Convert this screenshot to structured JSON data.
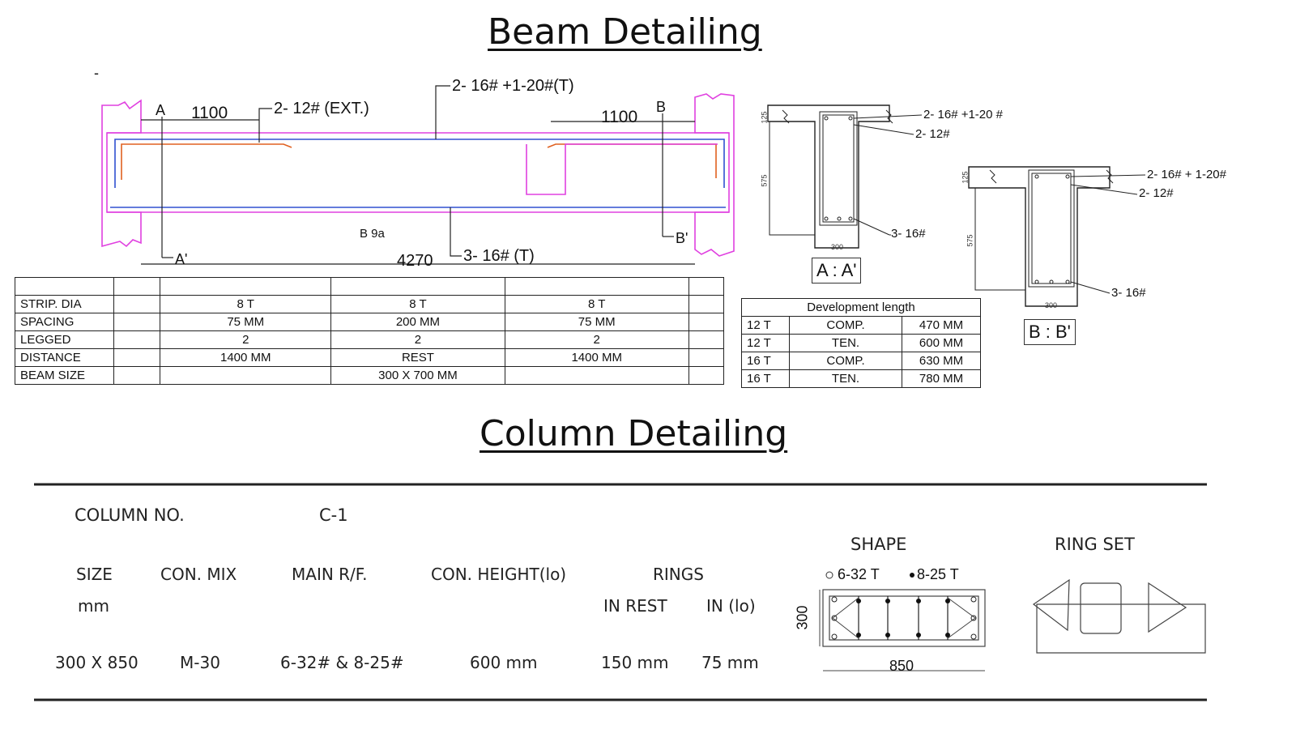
{
  "beam": {
    "title": "Beam Detailing",
    "dash": "-",
    "section_a_label": "A",
    "section_a2_label": "A'",
    "section_b_label": "B",
    "section_b2_label": "B'",
    "left_len": "1100",
    "right_len": "1100",
    "total_len": "4270",
    "beam_id": "B 9a",
    "bar_top_ext": "2- 12# (EXT.)",
    "bar_top_main": "2- 16# +1-20#(T)",
    "bar_bottom": "3- 16# (T)",
    "table": {
      "rows": [
        {
          "label": "STRIP. DIA",
          "cells": [
            "8 T",
            "8 T",
            "8 T"
          ]
        },
        {
          "label": "SPACING",
          "cells": [
            "75 MM",
            "200 MM",
            "75 MM"
          ]
        },
        {
          "label": "LEGGED",
          "cells": [
            "2",
            "2",
            "2"
          ]
        },
        {
          "label": "DISTANCE",
          "cells": [
            "1400 MM",
            "REST",
            "1400 MM"
          ]
        },
        {
          "label": "BEAM SIZE",
          "cells": [
            "",
            "300 X 700  MM",
            ""
          ]
        }
      ]
    },
    "section_aa": {
      "label": "A : A'",
      "top_bars": "2- 16# +1-20 #",
      "mid_bars": "2- 12#",
      "bottom_bars": "3- 16#",
      "dim_slab": "125",
      "dim_depth": "575",
      "dim_width": "300"
    },
    "section_bb": {
      "label": "B : B'",
      "top_bars": "2- 16# + 1-20#",
      "mid_bars": "2- 12#",
      "bottom_bars": "3- 16#",
      "dim_slab": "125",
      "dim_depth": "575",
      "dim_width": "300"
    },
    "dev_length": {
      "title": "Development length",
      "rows": [
        [
          "12 T",
          "COMP.",
          "470 MM"
        ],
        [
          "12 T",
          "TEN.",
          "600 MM"
        ],
        [
          "16 T",
          "COMP.",
          "630 MM"
        ],
        [
          "16 T",
          "TEN.",
          "780 MM"
        ]
      ]
    }
  },
  "column": {
    "title": "Column Detailing",
    "no_label": "COLUMN NO.",
    "no_value": "C-1",
    "headers": {
      "size": "SIZE",
      "size_unit": "mm",
      "con_mix": "CON. MIX",
      "main_rf": "MAIN R/F.",
      "con_height": "CON. HEIGHT(lo)",
      "rings": "RINGS",
      "in_rest": "IN REST",
      "in_lo": "IN (lo)",
      "shape": "SHAPE",
      "ring_set": "RING SET"
    },
    "values": {
      "size": "300 X 850",
      "con_mix": "M-30",
      "main_rf": "6-32# & 8-25#",
      "con_height": "600 mm",
      "in_rest": "150 mm",
      "in_lo": "75 mm"
    },
    "legend_open": "6-32 T",
    "legend_filled": "8-25 T",
    "dim_height": "300",
    "dim_width": "850"
  },
  "colors": {
    "column_outline": "#e040e0",
    "top_bar": "#3050d0",
    "extra_bar": "#e06020",
    "line": "#222222"
  }
}
